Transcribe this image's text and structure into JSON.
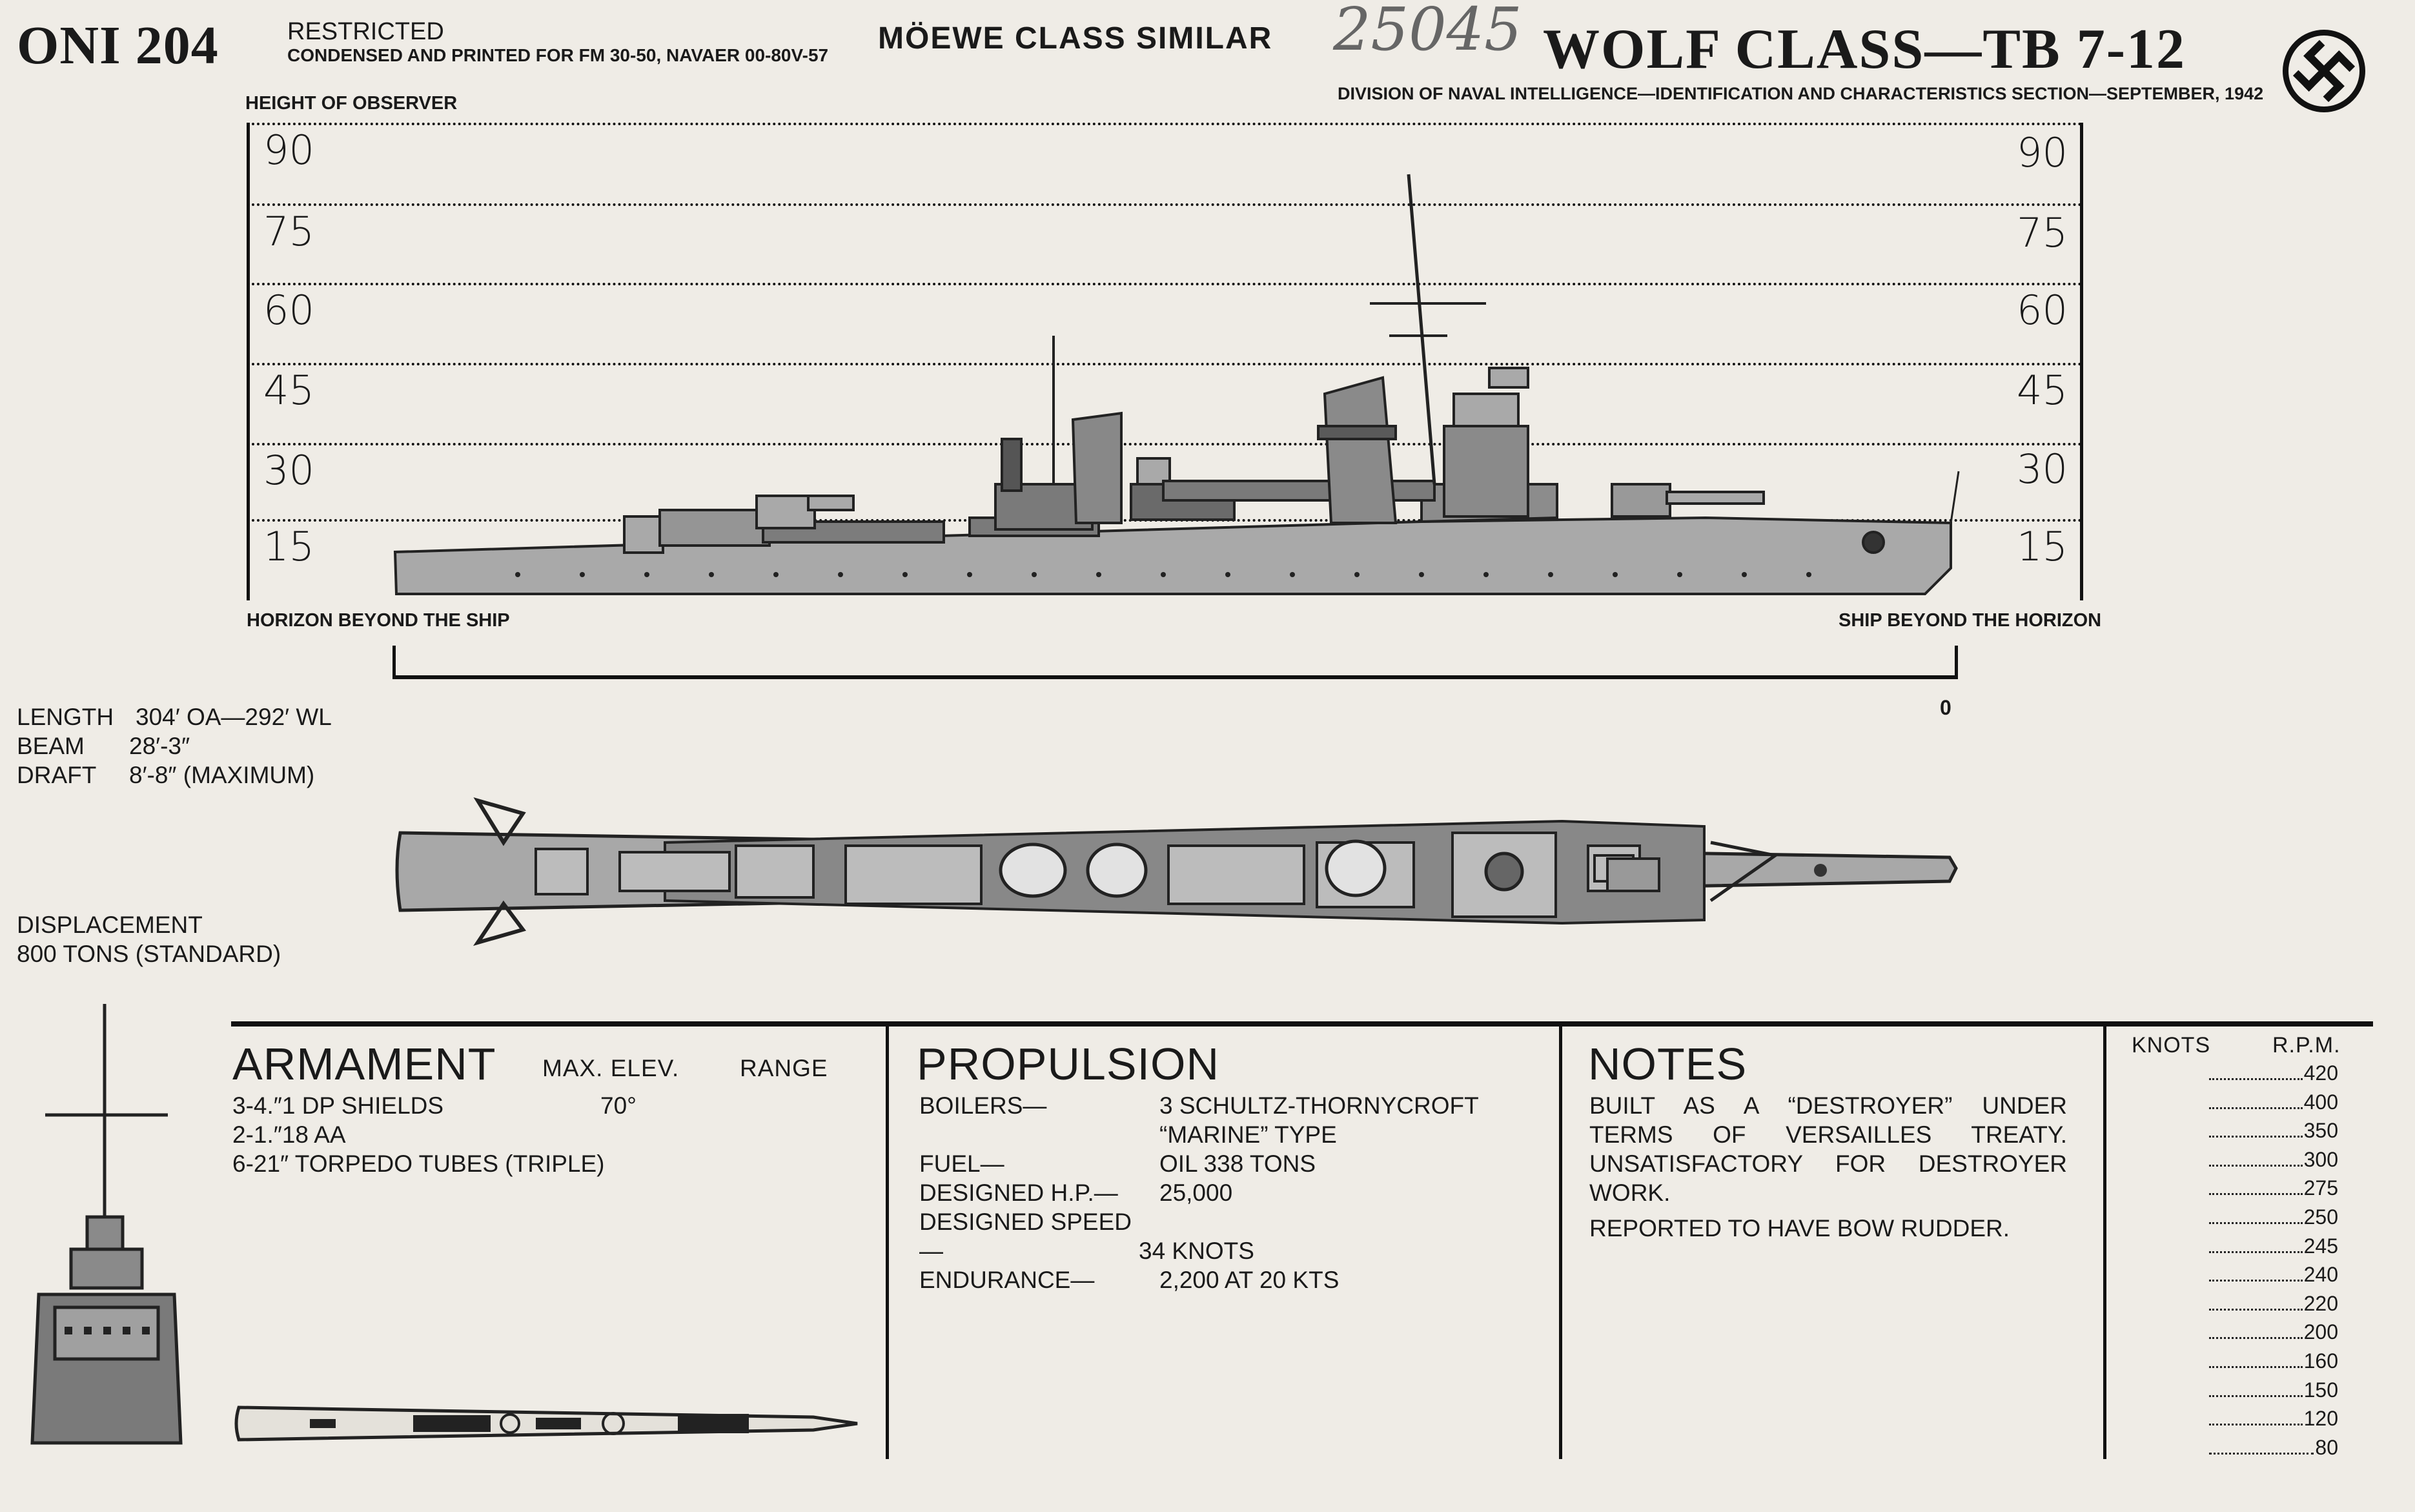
{
  "header": {
    "oni": "ONI 204",
    "restricted": "RESTRICTED",
    "condensed": "CONDENSED AND PRINTED FOR FM 30-50, NAVAER 00-80V-57",
    "similar": "MÖEWE CLASS SIMILAR",
    "handwritten_number": "25045",
    "title": "WOLF CLASS—TB 7-12",
    "division": "DIVISION OF NAVAL INTELLIGENCE—IDENTIFICATION AND CHARACTERISTICS SECTION—SEPTEMBER, 1942"
  },
  "height_chart": {
    "label_top": "HEIGHT OF OBSERVER",
    "ticks": [
      "90",
      "75",
      "60",
      "45",
      "30",
      "15"
    ],
    "label_left": "HORIZON BEYOND THE SHIP",
    "label_right": "SHIP BEYOND THE HORIZON",
    "scale_zero": "0"
  },
  "dimensions": {
    "length_label": "LENGTH",
    "length_value": "304′ OA—292′ WL",
    "beam_label": "BEAM",
    "beam_value": "28′-3″",
    "draft_label": "DRAFT",
    "draft_value": "8′-8″ (MAXIMUM)",
    "displacement_label": "DISPLACEMENT",
    "displacement_value": "800 TONS (STANDARD)"
  },
  "armament": {
    "title": "ARMAMENT",
    "col_elev": "MAX. ELEV.",
    "col_range": "RANGE",
    "rows": [
      {
        "item": "3-4.″1  DP SHIELDS",
        "elev": "70°"
      },
      {
        "item": "2-1.″18  AA",
        "elev": ""
      },
      {
        "item": "6-21″ TORPEDO TUBES (TRIPLE)",
        "elev": ""
      }
    ]
  },
  "propulsion": {
    "title": "PROPULSION",
    "rows": [
      {
        "label": "BOILERS—",
        "value": "3 SCHULTZ-THORNYCROFT"
      },
      {
        "label": "",
        "value": "“MARINE” TYPE"
      },
      {
        "label": "FUEL—",
        "value": "OIL 338 TONS"
      },
      {
        "label": "DESIGNED H.P.—",
        "value": "25,000"
      },
      {
        "label": "DESIGNED SPEED—",
        "value": "34 KNOTS"
      },
      {
        "label": "ENDURANCE—",
        "value": "2,200 AT 20 KTS"
      }
    ]
  },
  "notes": {
    "title": "NOTES",
    "lines": [
      "BUILT AS A “DESTROYER” UNDER",
      "TERMS OF VERSAILLES TREATY.",
      "UNSATISFACTORY FOR DESTROYER",
      "WORK."
    ],
    "extra": "REPORTED TO HAVE BOW RUDDER."
  },
  "speed_table": {
    "col_knots": "KNOTS",
    "col_rpm": "R.P.M.",
    "rpm": [
      "420",
      "400",
      "350",
      "300",
      "275",
      "250",
      "245",
      "240",
      "220",
      "200",
      "160",
      "150",
      "120",
      "80"
    ]
  },
  "colors": {
    "paper": "#efece6",
    "ink": "#1a1a1a",
    "ship_gray": "#a9a9a9",
    "ship_dark": "#4a4a4a"
  }
}
